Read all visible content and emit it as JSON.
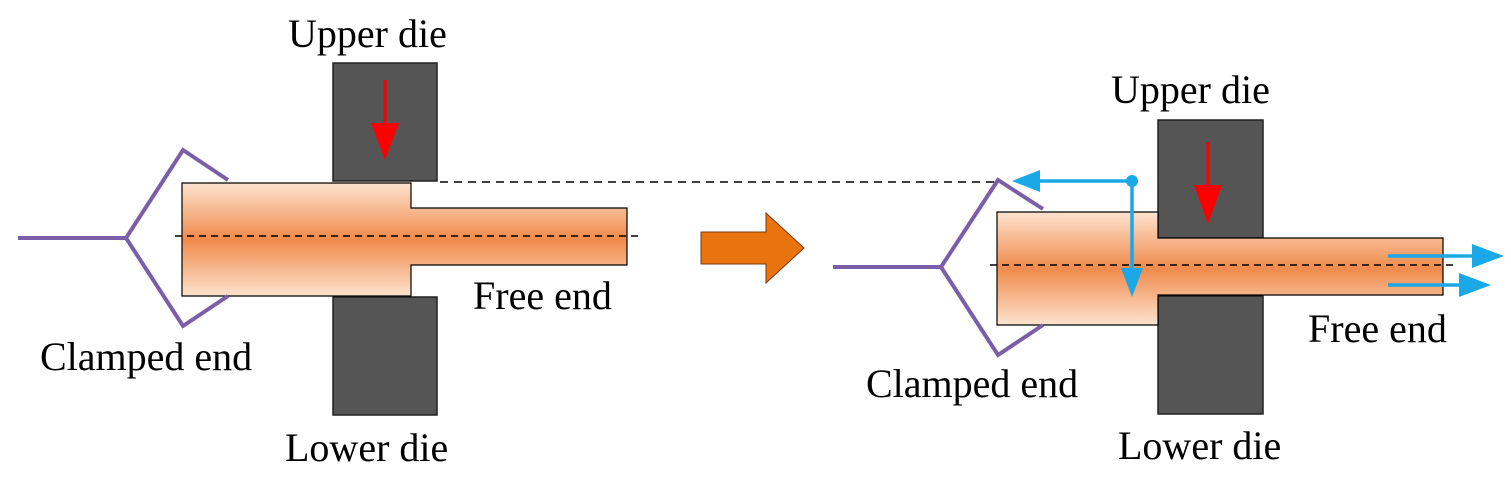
{
  "before": {
    "upper_die_label": "Upper die",
    "lower_die_label": "Lower die",
    "clamped_end_label": "Clamped end",
    "free_end_label": "Free end"
  },
  "after": {
    "upper_die_label": "Upper die",
    "lower_die_label": "Lower die",
    "clamped_end_label": "Clamped end",
    "free_end_label": "Free end"
  },
  "colors": {
    "die": "#555555",
    "clamp": "#7a5ea8",
    "force_arrow": "#ff0000",
    "flow_arrow": "#1aa8e6",
    "process_arrow": "#e8730f",
    "workpiece_center": "#f08a4b",
    "workpiece_edge": "#fde3cf"
  }
}
